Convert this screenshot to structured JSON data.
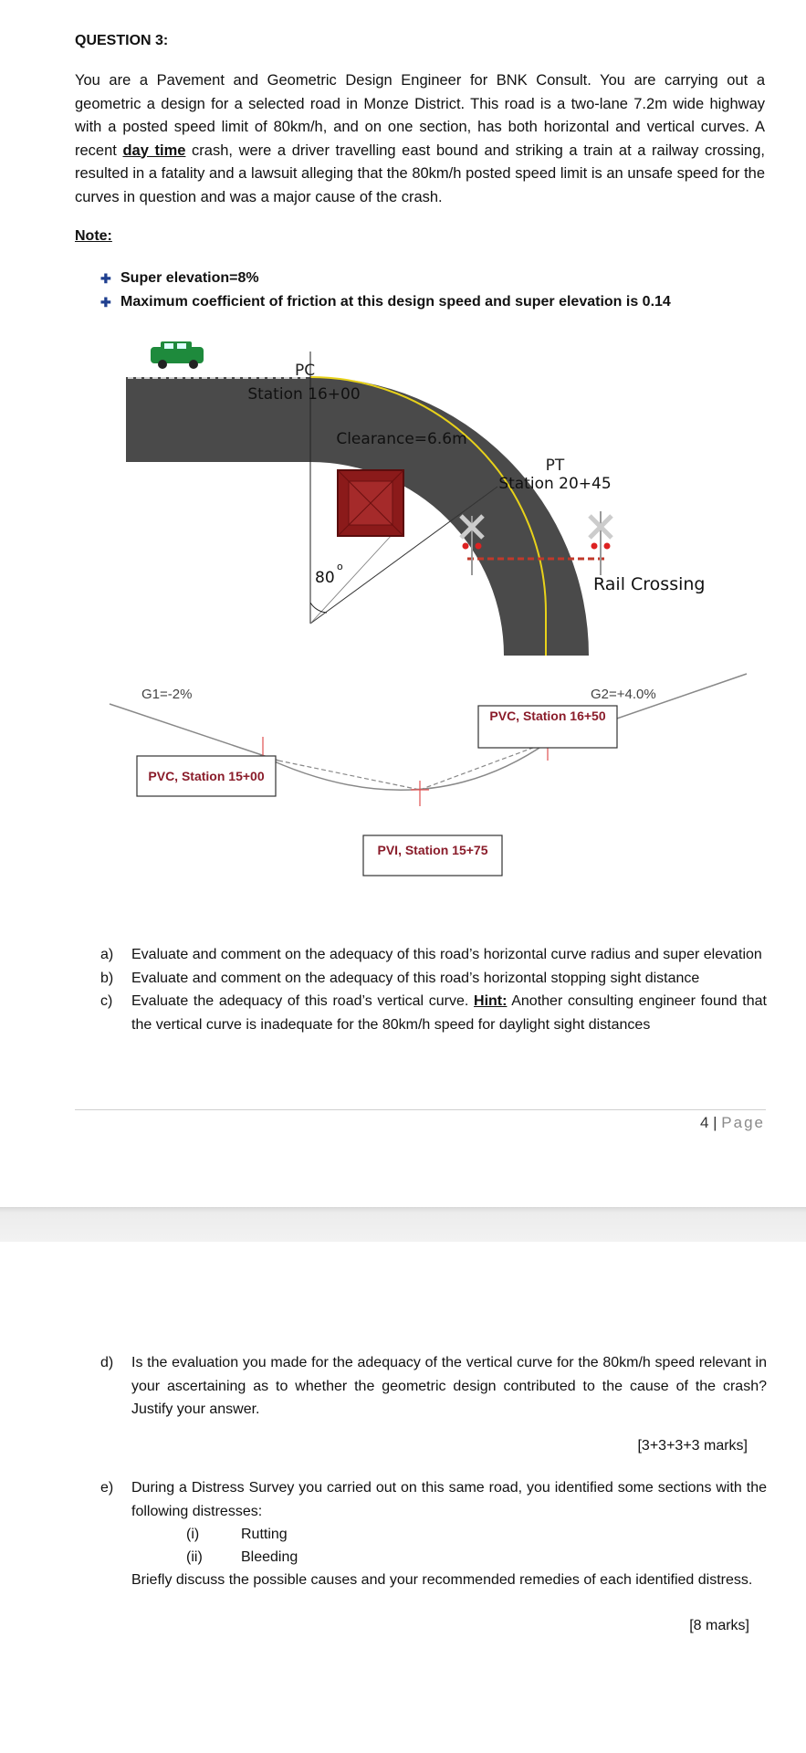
{
  "question_title": "QUESTION 3:",
  "intro": {
    "part1": "You are a Pavement and Geometric Design Engineer for BNK Consult. You are carrying out a geometric a design for a selected road in Monze District. This road is a two-lane 7.2m wide highway with a posted speed limit of 80km/h, and on one section, has both horizontal and vertical curves. A recent ",
    "underlined": "day time",
    "part2": " crash, were a driver travelling east bound and striking a train at a railway crossing, resulted in a fatality and a lawsuit alleging that the 80km/h posted speed limit is an unsafe speed for the curves in question and was a major cause of the crash."
  },
  "note_label": "Note:",
  "notes": [
    "Super elevation=8%",
    "Maximum coefficient of friction at this design speed and super elevation is 0.14"
  ],
  "horizontal_diagram": {
    "pc_label": "PC",
    "pc_station": "Station 16+00",
    "clearance": "Clearance=6.6m",
    "pt_label": "PT",
    "pt_station": "Station 20+45",
    "angle": "80",
    "angle_sup": "o",
    "rail_crossing": "Rail Crossing",
    "colors": {
      "road": "#4a4a4a",
      "centerline": "#e8d21a",
      "obstruction": "#8b1a1a",
      "rail": "#c0392b"
    }
  },
  "vertical_diagram": {
    "g1": "G1=-2%",
    "g2": "G2=+4.0%",
    "pvc_right": "PVC, Station 16+50",
    "pvc_left": "PVC, Station 15+00",
    "pvi": "PVI, Station 15+75"
  },
  "questions_page1": [
    {
      "label": "a)",
      "text": "Evaluate and comment on the adequacy of this road’s horizontal curve radius and super elevation"
    },
    {
      "label": "b)",
      "text": "Evaluate and comment on the adequacy of this road’s horizontal stopping sight distance"
    },
    {
      "label": "c)",
      "text_before": "Evaluate the adequacy of this road’s vertical curve. ",
      "hint": "Hint:",
      "text_after": " Another consulting engineer found that the vertical curve is inadequate for the 80km/h speed for daylight sight distances"
    }
  ],
  "page_number": "4",
  "page_word": "Page",
  "question_d": {
    "label": "d)",
    "text": "Is the evaluation you made for the adequacy of the vertical curve for the 80km/h speed relevant in your ascertaining as to whether the geometric design contributed to the cause of the crash? Justify your answer."
  },
  "marks_abcd": "[3+3+3+3 marks]",
  "question_e": {
    "label": "e)",
    "text": "During a Distress Survey you carried out on this same road, you identified some sections with the following distresses:",
    "items": [
      {
        "roman": "(i)",
        "text": "Rutting"
      },
      {
        "roman": "(ii)",
        "text": "Bleeding"
      }
    ],
    "closing": "Briefly discuss the possible causes and your recommended remedies of each identified distress."
  },
  "marks_e": "[8 marks]"
}
